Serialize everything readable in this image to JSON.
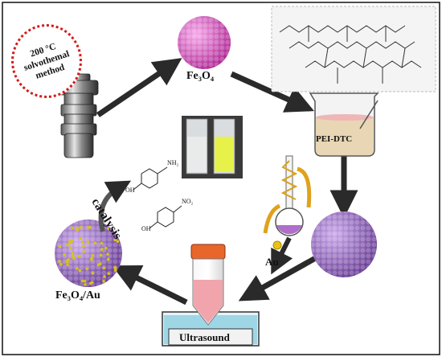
{
  "labels": {
    "fe3o4": "Fe₃O₄",
    "fe3o4_au": "Fe₃O₄/Au",
    "pei_dtc": "PEI-DTC",
    "au": "Au",
    "catalysis": "catalysis",
    "ultrasound": "Ultrasound"
  },
  "condition_badge": {
    "line1": "200 °C",
    "line2": "solvothemal",
    "line3": "method"
  },
  "molecules": {
    "oh_top": "OH",
    "nh2": "NH₂",
    "oh_bottom": "OH",
    "no2": "NO₂"
  },
  "colors": {
    "particle_pink": "#e04ec4",
    "particle_purple": "#9a6fc4",
    "gold_dots": "#d8c21a",
    "arrow": "#2a2a2a",
    "badge_border": "#d61a1a",
    "tube_cap": "#e8662a",
    "tube_liquid": "#f2a4ad",
    "bath_water": "#9fd6e6",
    "beaker_liquid": "#e8d6b4"
  }
}
